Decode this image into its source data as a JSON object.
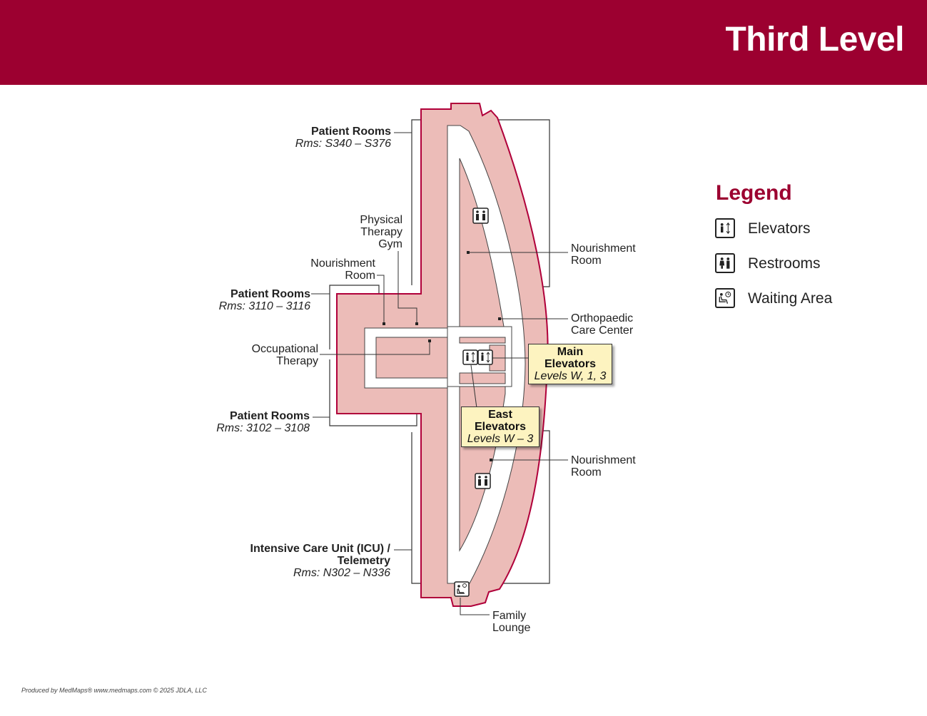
{
  "header": {
    "title": "Third Level"
  },
  "labels": {
    "patient_rooms_s": {
      "name": "Patient Rooms",
      "rooms": "Rms: S340 – S376"
    },
    "pt_gym": {
      "line1": "Physical",
      "line2": "Therapy",
      "line3": "Gym"
    },
    "nourishment_west": {
      "line1": "Nourishment",
      "line2": "Room"
    },
    "patient_rooms_3110": {
      "name": "Patient Rooms",
      "rooms": "Rms: 3110 – 3116"
    },
    "occupational_therapy": {
      "line1": "Occupational",
      "line2": "Therapy"
    },
    "patient_rooms_3102": {
      "name": "Patient Rooms",
      "rooms": "Rms: 3102 – 3108"
    },
    "icu": {
      "line1": "Intensive Care Unit (ICU) /",
      "line2": "Telemetry",
      "rooms": "Rms: N302 – N336"
    },
    "nourishment_ne": {
      "line1": "Nourishment",
      "line2": "Room"
    },
    "ortho": {
      "line1": "Orthopaedic",
      "line2": "Care Center"
    },
    "nourishment_se": {
      "line1": "Nourishment",
      "line2": "Room"
    },
    "family_lounge": {
      "line1": "Family",
      "line2": "Lounge"
    }
  },
  "callouts": {
    "main_elevators": {
      "line1": "Main",
      "line2": "Elevators",
      "levels": "Levels W, 1, 3"
    },
    "east_elevators": {
      "line1": "East",
      "line2": "Elevators",
      "levels": "Levels W – 3"
    }
  },
  "legend": {
    "title": "Legend",
    "items": [
      {
        "label": "Elevators",
        "icon": "elevator-icon"
      },
      {
        "label": "Restrooms",
        "icon": "restroom-icon"
      },
      {
        "label": "Waiting Area",
        "icon": "waiting-area-icon"
      }
    ]
  },
  "footer": {
    "credit": "Produced by MedMaps®  www.medmaps.com   © 2025 JDLA, LLC"
  },
  "colors": {
    "brand": "#9c0030",
    "floor_fill": "#ecbcb8",
    "callout_fill": "#fdf3c0"
  }
}
